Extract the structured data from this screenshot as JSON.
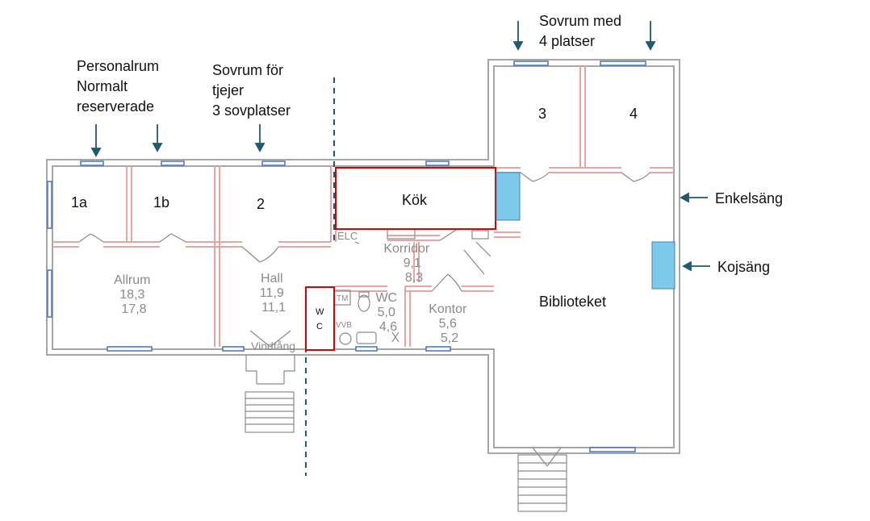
{
  "annotations": {
    "personalrum": [
      "Personalrum",
      "Normalt",
      "reserverade"
    ],
    "sovrum_tjejer": [
      "Sovrum för",
      "tjejer",
      "3 sovplatser"
    ],
    "sovrum_fyra": [
      "Sovrum med",
      "4 platser"
    ],
    "enkelsang": "Enkelsäng",
    "kojsang": "Kojsäng"
  },
  "rooms": {
    "room_1a": "1a",
    "room_1b": "1b",
    "room_2": "2",
    "room_3": "3",
    "room_4": "4",
    "kok": "Kök",
    "biblioteket": "Biblioteket",
    "wc_box": [
      "W",
      "C"
    ]
  },
  "areas": {
    "allrum": [
      "Allrum",
      "18,3",
      "17,8"
    ],
    "hall": [
      "Hall",
      "11,9",
      "11,1"
    ],
    "korridor": [
      "Korridor",
      "9,1",
      "8,3"
    ],
    "wc": [
      "WC",
      "5,0",
      "4,6"
    ],
    "kontor": [
      "Kontor",
      "5,6",
      "5,2"
    ],
    "vindfang": "Vindfång",
    "elc": "ELC",
    "tm": "TM",
    "vvb": "VVB"
  },
  "colors": {
    "wall": "#a6a6a6",
    "inner_wall": "#e8a3a3",
    "window": "#4472c4",
    "highlight": "#e00000",
    "bed": "#7ec8ec",
    "arrow": "#1f5a70"
  }
}
